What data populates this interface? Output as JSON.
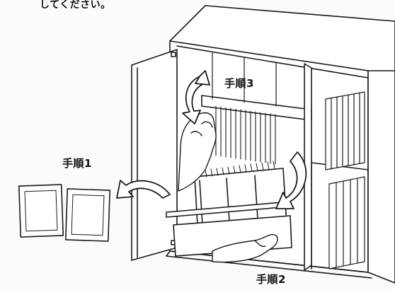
{
  "caption": "してください。",
  "steps": {
    "step1": "手順1",
    "step2": "手順2",
    "step3": "手順3"
  },
  "colors": {
    "line": "#1a1a1a",
    "background": "#fbfbfb",
    "fill": "#ffffff"
  }
}
